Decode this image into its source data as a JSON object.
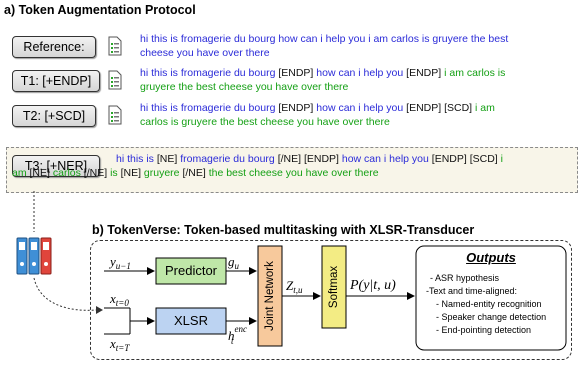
{
  "section_a": {
    "title": "a) Token Augmentation Protocol"
  },
  "rows": [
    {
      "tag": "Reference:",
      "line1": [
        {
          "t": "hi this is fromagerie du bourg how can i help you i am carlos is gruyere the best",
          "c": "b"
        }
      ],
      "line2": [
        {
          "t": "cheese you have over there",
          "c": "b"
        }
      ]
    },
    {
      "tag": "T1: [+ENDP]",
      "line1": [
        {
          "t": "hi this is fromagerie du bourg ",
          "c": "b"
        },
        {
          "t": "[ENDP] ",
          "c": "k"
        },
        {
          "t": "how can i help you ",
          "c": "b"
        },
        {
          "t": "[ENDP] ",
          "c": "k"
        },
        {
          "t": "i am carlos is",
          "c": "g"
        }
      ],
      "line2": [
        {
          "t": "gruyere the best cheese you have over there",
          "c": "g"
        }
      ]
    },
    {
      "tag": "T2: [+SCD]",
      "line1": [
        {
          "t": "hi this is fromagerie du bourg ",
          "c": "b"
        },
        {
          "t": "[ENDP] ",
          "c": "k"
        },
        {
          "t": "how can i help you ",
          "c": "b"
        },
        {
          "t": "[ENDP] [SCD] ",
          "c": "k"
        },
        {
          "t": "i am",
          "c": "g"
        }
      ],
      "line2": [
        {
          "t": "carlos is gruyere the best cheese you have over there",
          "c": "g"
        }
      ]
    },
    {
      "tag": "T3: [+NER]",
      "line1": [
        {
          "t": "hi this is ",
          "c": "b"
        },
        {
          "t": "[NE] ",
          "c": "k"
        },
        {
          "t": "fromagerie du bourg  ",
          "c": "b"
        },
        {
          "t": "[/NE] [ENDP] ",
          "c": "k"
        },
        {
          "t": "how can i help you ",
          "c": "b"
        },
        {
          "t": "[ENDP] [SCD] ",
          "c": "k"
        },
        {
          "t": "i",
          "c": "g"
        }
      ],
      "line2": [
        {
          "t": "am ",
          "c": "g"
        },
        {
          "t": "[NE] ",
          "c": "k"
        },
        {
          "t": "carlos ",
          "c": "g"
        },
        {
          "t": "[/NE] ",
          "c": "k"
        },
        {
          "t": "is ",
          "c": "g"
        },
        {
          "t": "[NE] ",
          "c": "k"
        },
        {
          "t": "gruyere ",
          "c": "g"
        },
        {
          "t": "[/NE] ",
          "c": "k"
        },
        {
          "t": "the best cheese you have over there",
          "c": "g"
        }
      ]
    }
  ],
  "section_b": {
    "title": "b) TokenVerse: Token-based multitasking with XLSR-Transducer"
  },
  "model": {
    "predictor": "Predictor",
    "xlsr": "XLSR",
    "joint": "Joint Network",
    "softmax": "Softmax",
    "prob": "P(y|t, u)"
  },
  "outputs": {
    "title": "Outputs",
    "items": [
      "- ASR hypothesis",
      "-Text and time-aligned:",
      "- Named-entity recognition",
      "- Speaker change detection",
      "- End-pointing detection"
    ]
  },
  "colors": {
    "blue": "#2b2bd8",
    "green": "#15a015",
    "predictor": "#bfe7a8",
    "xlsr": "#bcd3f2",
    "joint": "#f7c99c",
    "softmax": "#f3ec84"
  }
}
